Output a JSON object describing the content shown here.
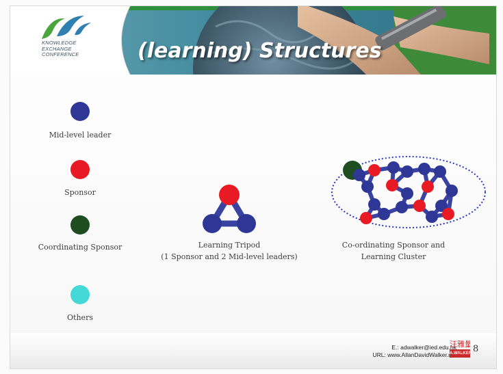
{
  "header": {
    "title": "(learning) Structures",
    "logo_lines": [
      "KNOWLEDGE",
      "EXCHANGE",
      "CONFERENCE"
    ]
  },
  "legend": [
    {
      "label": "Mid-level leader",
      "color": "#2e3796"
    },
    {
      "label": "Sponsor",
      "color": "#e81b24"
    },
    {
      "label": "Coordinating Sponsor",
      "color": "#1f4d21"
    },
    {
      "label": "Others",
      "color": "#45d8d8"
    }
  ],
  "tripod": {
    "caption_line1": "Learning Tripod",
    "caption_line2": "(1 Sponsor and 2 Mid-level leaders)"
  },
  "cluster": {
    "caption_line1": "Co-ordinating Sponsor and",
    "caption_line2": "Learning Cluster"
  },
  "footer": {
    "email_line": "E.:    adwalker@ied.edu.hk",
    "url_line": "URL: www.AllanDavidWalker.net",
    "logo_chinese": "汪雅量",
    "logo_english": "A.WALKER",
    "page_number": "8"
  },
  "colors": {
    "mid_level": "#2e3796",
    "sponsor": "#e81b24",
    "coordinating": "#1f4d21",
    "others": "#45d8d8",
    "accent_green": "#4aa53c"
  }
}
